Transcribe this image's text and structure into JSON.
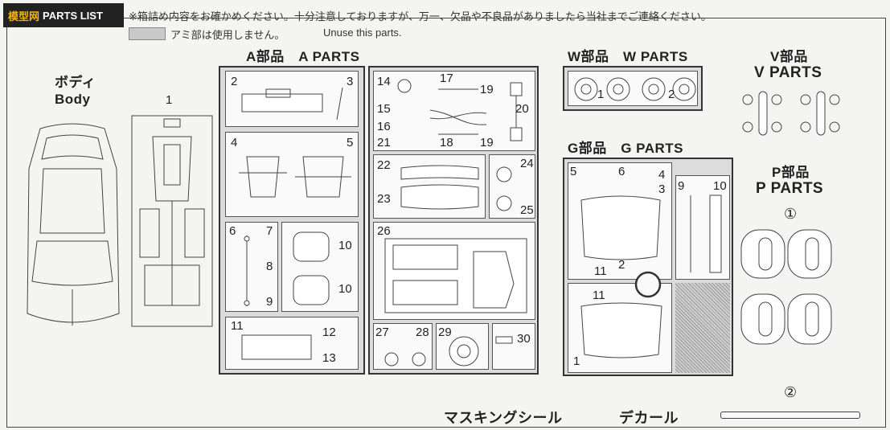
{
  "header": {
    "logo_text": "模型网",
    "tab_label": "PARTS LIST",
    "notice_jp": "※箱詰め内容をお確かめください。十分注意しておりますが、万一、欠品や不良品がありましたら当社までご連絡ください。",
    "unuse_jp": "アミ部は使用しません。",
    "unuse_en": "Unuse this parts."
  },
  "body_section": {
    "title_jp": "ボディ",
    "title_en": "Body",
    "part_number": "1"
  },
  "a_parts": {
    "title": "A部品　A PARTS",
    "numbers": [
      "2",
      "3",
      "4",
      "5",
      "6",
      "7",
      "8",
      "9",
      "10",
      "10",
      "11",
      "12",
      "13"
    ]
  },
  "b_sprue": {
    "numbers": [
      "14",
      "15",
      "16",
      "17",
      "18",
      "19",
      "19",
      "20",
      "21",
      "22",
      "23",
      "24",
      "25",
      "26",
      "27",
      "28",
      "29",
      "30"
    ]
  },
  "w_parts": {
    "title": "W部品　W PARTS",
    "numbers": [
      "1",
      "2"
    ]
  },
  "v_parts": {
    "title_jp": "V部品",
    "title_en": "V PARTS"
  },
  "g_parts": {
    "title": "G部品　G PARTS",
    "numbers": [
      "5",
      "6",
      "4",
      "3",
      "9",
      "10",
      "2",
      "11",
      "11",
      "1"
    ]
  },
  "p_parts": {
    "title_jp": "P部品",
    "title_en": "P PARTS",
    "marker_1": "①",
    "marker_2": "②"
  },
  "footer": {
    "masking_seal": "マスキングシール",
    "decal": "デカール"
  }
}
